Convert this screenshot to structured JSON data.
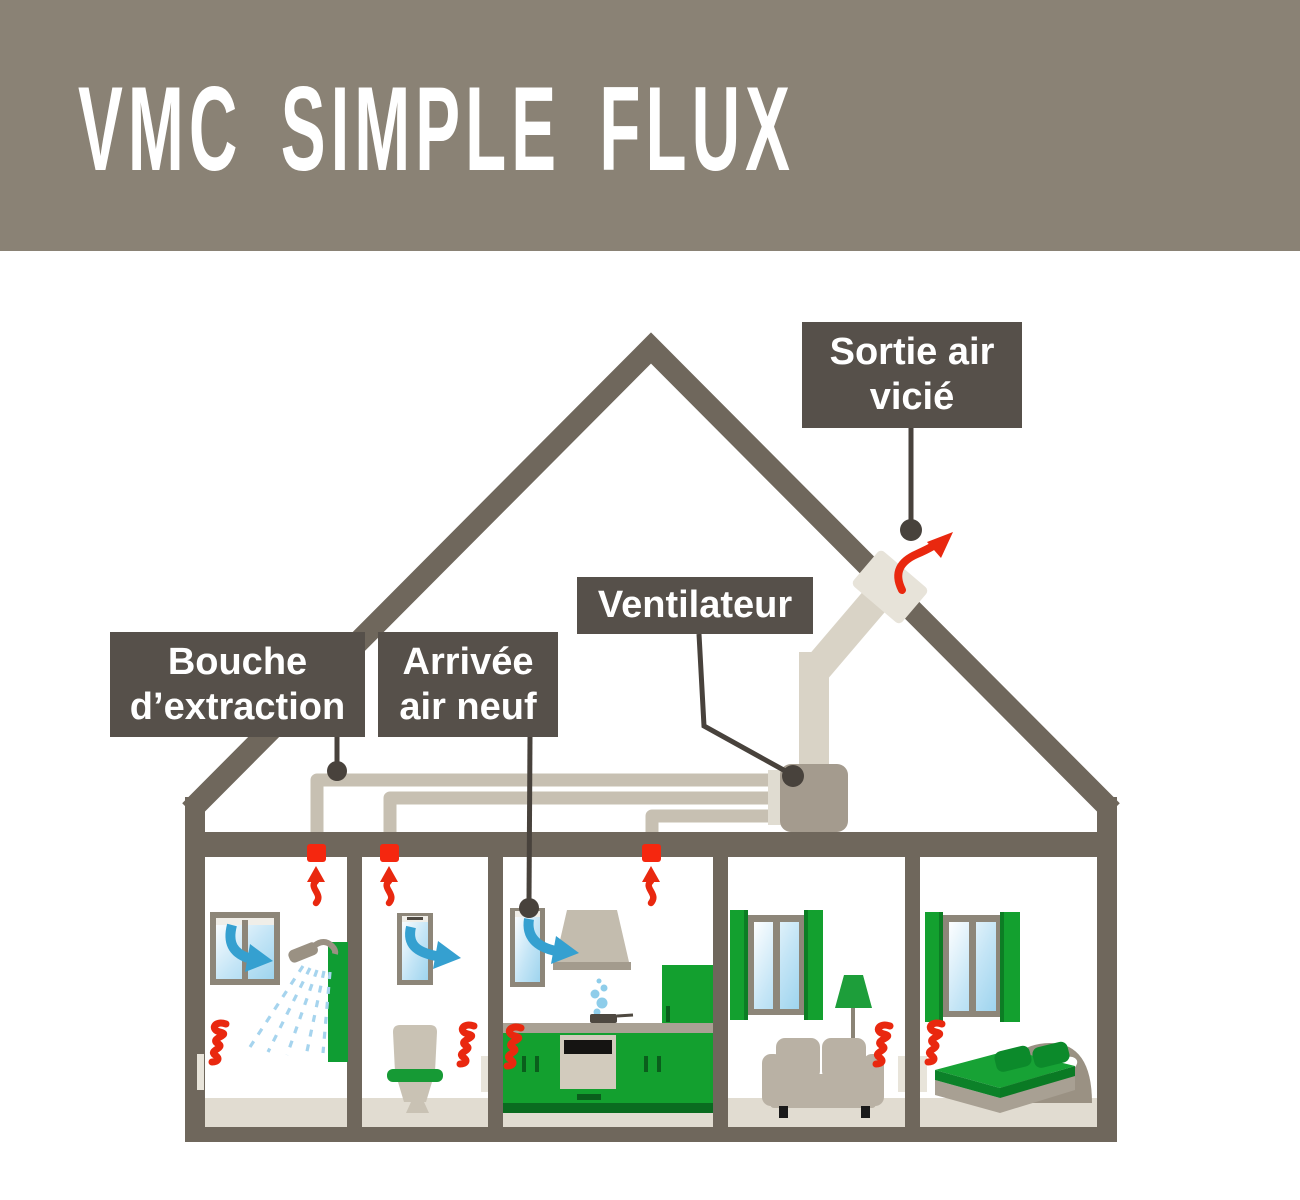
{
  "title": "VMC SIMPLE FLUX",
  "labels": {
    "bouche": {
      "line1": "Bouche",
      "line2": "d’extraction"
    },
    "arrivee": {
      "line1": "Arrivée",
      "line2": "air neuf"
    },
    "ventilateur": {
      "line1": "Ventilateur"
    },
    "sortie": {
      "line1": "Sortie air",
      "line2": "vicié"
    }
  },
  "icons": {
    "stale_air_exit_arrow": "curved red arrow ↗",
    "extraction_vent_arrow": "wavy red arrow ↑",
    "air_transfer_squiggle": "red squiggle",
    "fresh_air_arrow": "curved blue arrow ↘"
  },
  "colors": {
    "banner_bg": "#8A8275",
    "callout_bg": "#56504A",
    "structure": "#6F675C",
    "duct": "#C7C0B2",
    "pipe": "#D9D3C6",
    "pipe_collar": "#E7E3D9",
    "fan_unit": "#A49B8E",
    "floor": "#E1DCD1",
    "vent_red": "#F5270F",
    "arrow_red": "#E9280F",
    "arrow_blue": "#35A0D0",
    "green": "#13A02F",
    "green_dark": "#0A6B20",
    "furniture_gray": "#B9B1A4",
    "connector": "#48423C"
  }
}
